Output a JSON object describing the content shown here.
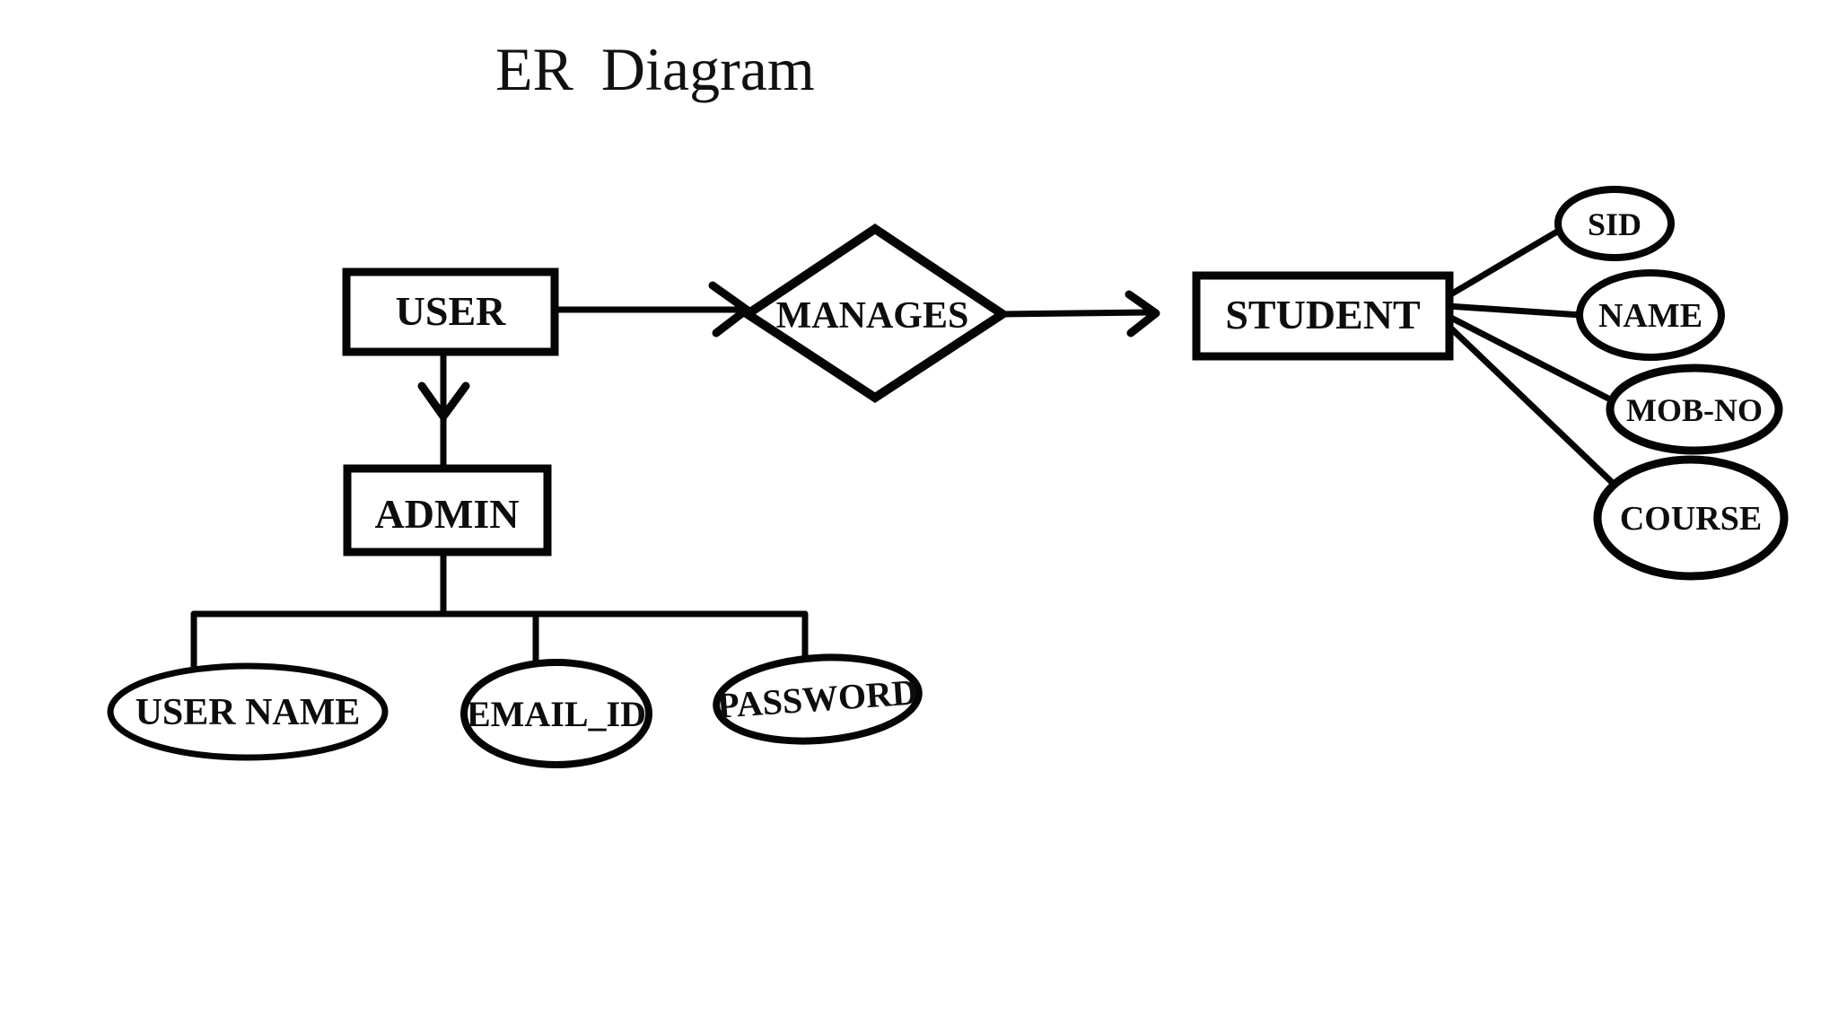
{
  "title": "ER  Diagram",
  "diagram": {
    "entities": {
      "user": {
        "label": "USER"
      },
      "admin": {
        "label": "ADMIN"
      },
      "student": {
        "label": "STUDENT"
      }
    },
    "relationships": {
      "manages": {
        "label": "MANAGES"
      }
    },
    "admin_attributes": {
      "user_name": {
        "label": "USER NAME"
      },
      "email_id": {
        "label": "EMAIL_ID"
      },
      "password": {
        "label": "PASSWORD"
      }
    },
    "student_attributes": {
      "sid": {
        "label": "SID"
      },
      "name": {
        "label": "NAME"
      },
      "mob_no": {
        "label": "MOB-NO"
      },
      "course": {
        "label": "COURSE"
      }
    },
    "colors": {
      "ink": "#050505",
      "background": "#ffffff"
    }
  }
}
